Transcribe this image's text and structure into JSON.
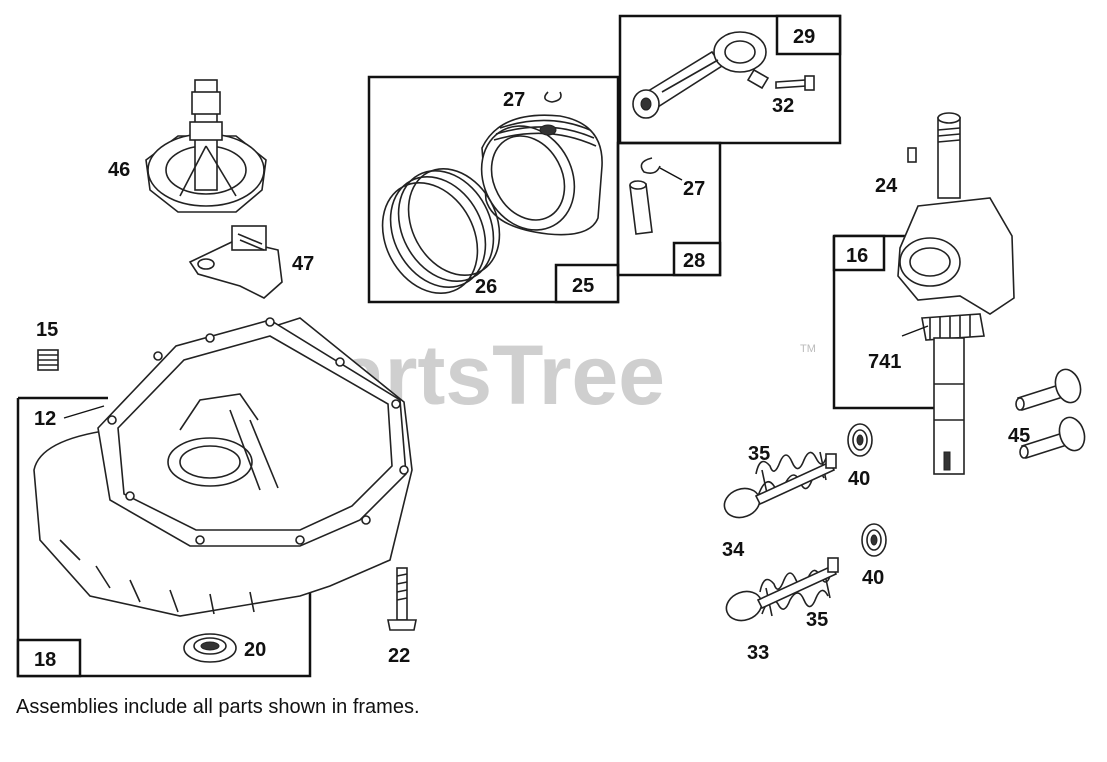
{
  "watermark": {
    "text": "PartsTree",
    "trademark": "TM"
  },
  "frames": {
    "f29": "29",
    "f25": "25",
    "f28": "28",
    "f16": "16",
    "f18": "18"
  },
  "callouts": {
    "c27a": "27",
    "c32": "32",
    "c27b": "27",
    "c26": "26",
    "c46": "46",
    "c47": "47",
    "c24": "24",
    "c741": "741",
    "c15": "15",
    "c12": "12",
    "c45": "45",
    "c35a": "35",
    "c40a": "40",
    "c34": "34",
    "c40b": "40",
    "c35b": "35",
    "c33": "33",
    "c20": "20",
    "c22": "22"
  },
  "note": "Assemblies include all parts shown in frames."
}
